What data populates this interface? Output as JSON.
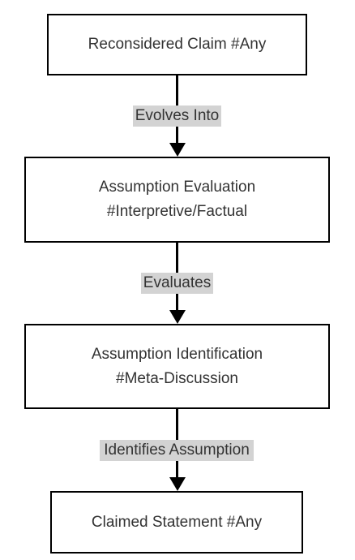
{
  "nodes": [
    {
      "line1": "Reconsidered Claim #Any",
      "line2": ""
    },
    {
      "line1": "Assumption Evaluation",
      "line2": "#Interpretive/Factual"
    },
    {
      "line1": "Assumption Identification",
      "line2": "#Meta-Discussion"
    },
    {
      "line1": "Claimed Statement #Any",
      "line2": ""
    }
  ],
  "edges": [
    {
      "from": 0,
      "to": 1,
      "label": "Evolves Into"
    },
    {
      "from": 1,
      "to": 2,
      "label": "Evaluates"
    },
    {
      "from": 2,
      "to": 3,
      "label": "Identifies Assumption"
    }
  ],
  "colors": {
    "node_border": "#000000",
    "edge_label_background": "#d3d3d3",
    "text": "#333333"
  }
}
